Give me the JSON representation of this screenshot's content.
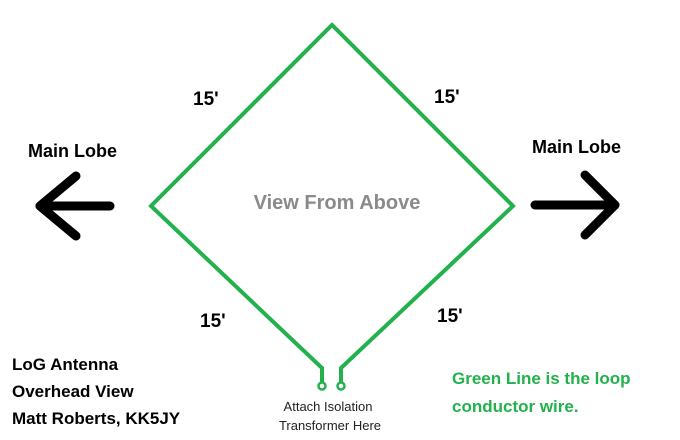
{
  "colors": {
    "loop": "#22b14c",
    "text": "#000000",
    "center": "#8a8a8a",
    "note": "#22b14c"
  },
  "icons": {
    "left_arrow": "arrow-left-icon",
    "right_arrow": "arrow-right-icon"
  },
  "side_lengths": {
    "top_left": "15'",
    "top_right": "15'",
    "bottom_left": "15'",
    "bottom_right": "15'"
  },
  "lobes": {
    "left": "Main Lobe",
    "right": "Main Lobe"
  },
  "center_label": "View From Above",
  "transformer": {
    "line1": "Attach Isolation",
    "line2": "Transformer Here"
  },
  "caption": {
    "line1": "LoG Antenna",
    "line2": "Overhead View",
    "line3": "Matt Roberts, KK5JY"
  },
  "legend_note": {
    "line1": "Green Line is the loop",
    "line2": "conductor wire."
  }
}
